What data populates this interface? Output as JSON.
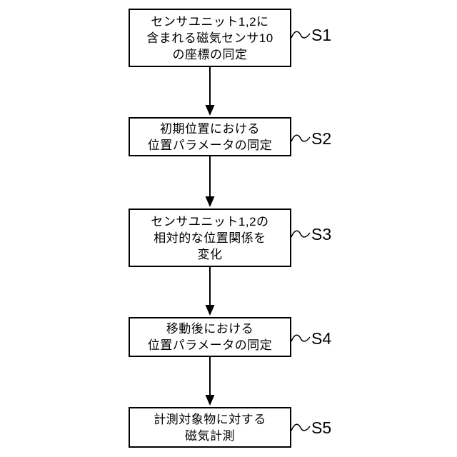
{
  "diagram": {
    "type": "flowchart",
    "direction": "top-down",
    "colors": {
      "background": "#ffffff",
      "box_border": "#000000",
      "text": "#000000",
      "arrow": "#000000"
    },
    "steps": [
      {
        "label": "S1",
        "lines": [
          "センサユニット1,2に",
          "含まれる磁気センサ10",
          "の座標の同定"
        ]
      },
      {
        "label": "S2",
        "lines": [
          "初期位置における",
          "位置パラメータの同定"
        ]
      },
      {
        "label": "S3",
        "lines": [
          "センサユニット1,2の",
          "相対的な位置関係を",
          "変化"
        ]
      },
      {
        "label": "S4",
        "lines": [
          "移動後における",
          "位置パラメータの同定"
        ]
      },
      {
        "label": "S5",
        "lines": [
          "計測対象物に対する",
          "磁気計測"
        ]
      }
    ]
  }
}
